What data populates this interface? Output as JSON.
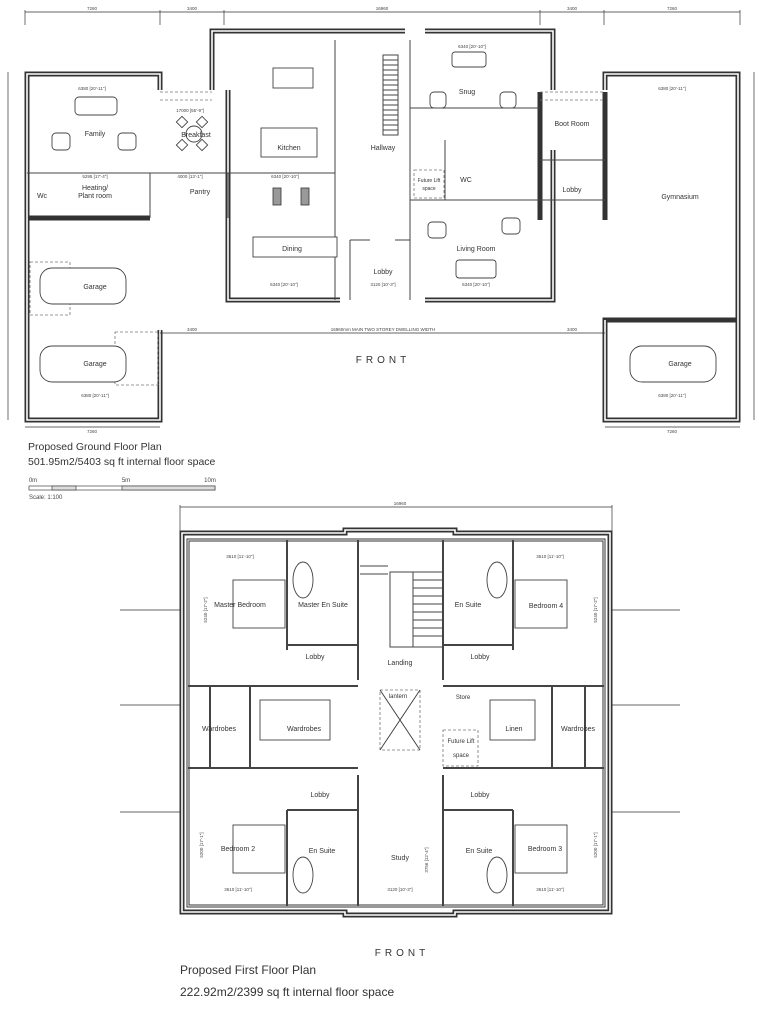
{
  "ground_floor": {
    "title": "Proposed Ground Floor Plan",
    "area": "501.95m2/5403 sq ft internal floor space",
    "front_label": "FRONT",
    "scale_bar": {
      "labels": [
        "0m",
        "5m",
        "10m"
      ],
      "scale_text": "Scale: 1:100"
    },
    "top_dimensions": [
      "7260",
      "3400",
      "16960",
      "3400",
      "7260"
    ],
    "dimensions": {
      "family_width": "6380 [20'-11\"]",
      "breakfast_length": "17000 [55'-9\"]",
      "heating_width": "5295 [17'-4\"]",
      "pantry_width": "4000 [13'-1\"]",
      "kitchen_width": "6340 [20'-10\"]",
      "snug_width": "6340 [20'-10\"]",
      "gym_width": "6380 [20'-11\"]",
      "dining_width": "6340 [20'-10\"]",
      "lobby_width": "3120 [10'-3\"]",
      "living_width": "6340 [20'-10\"]",
      "garage_left_width": "6380 [20'-11\"]",
      "garage_right_width": "6380 [20'-11\"]",
      "main_width": "16960mm MAIN TWO STOREY DWELLING WIDTH",
      "wing_width_left": "7260",
      "wing_width_right": "7260",
      "side_offset_left": "3400",
      "side_offset_right": "3400"
    },
    "rooms": {
      "family": "Family",
      "breakfast": "Breakfast",
      "kitchen": "Kitchen",
      "heating": "Heating/",
      "heating2": "Plant room",
      "pantry": "Pantry",
      "wc_left": "Wc",
      "hallway": "Hallway",
      "snug": "Snug",
      "wc": "WC",
      "lift": "Future Lift",
      "lift2": "space",
      "dining": "Dining",
      "lobby": "Lobby",
      "living": "Living Room",
      "boot": "Boot Room",
      "lobby_right": "Lobby",
      "gym": "Gymnasium",
      "garage1": "Garage",
      "garage2": "Garage",
      "garage3": "Garage"
    }
  },
  "first_floor": {
    "title": "Proposed First Floor Plan",
    "area": "222.92m2/2399 sq ft internal floor space",
    "front_label": "FRONT",
    "top_dimension": "16960",
    "dimensions": {
      "master_width": "3610 [11'-10\"]",
      "bed4_width": "3610 [11'-10\"]",
      "bed2_width": "3610 [11'-10\"]",
      "bed3_width": "3610 [11'-10\"]",
      "study_width": "3120 [10'-3\"]",
      "study_depth": "3756 [12'-4\"]",
      "master_depth": "5240 [17'-2\"]",
      "bed4_depth": "5240 [17'-2\"]",
      "bed2_depth": "5200 [17'-1\"]",
      "bed3_depth": "5200 [17'-1\"]"
    },
    "rooms": {
      "master_bedroom": "Master Bedroom",
      "master_ensuite": "Master En Suite",
      "ensuite_4": "En Suite",
      "bedroom_4": "Bedroom 4",
      "lobby_tl": "Lobby",
      "landing": "Landing",
      "lobby_tr": "Lobby",
      "lantern": "lantern",
      "store": "Store",
      "wardrobes_1": "Wardrobes",
      "wardrobes_2": "Wardrobes",
      "linen": "Linen",
      "wardrobes_3": "Wardrobes",
      "lift": "Future Lift",
      "lift2": "space",
      "lobby_bl": "Lobby",
      "lobby_br": "Lobby",
      "bedroom_2": "Bedroom 2",
      "ensuite_2": "En Suite",
      "study": "Study",
      "ensuite_3": "En Suite",
      "bedroom_3": "Bedroom 3"
    }
  }
}
